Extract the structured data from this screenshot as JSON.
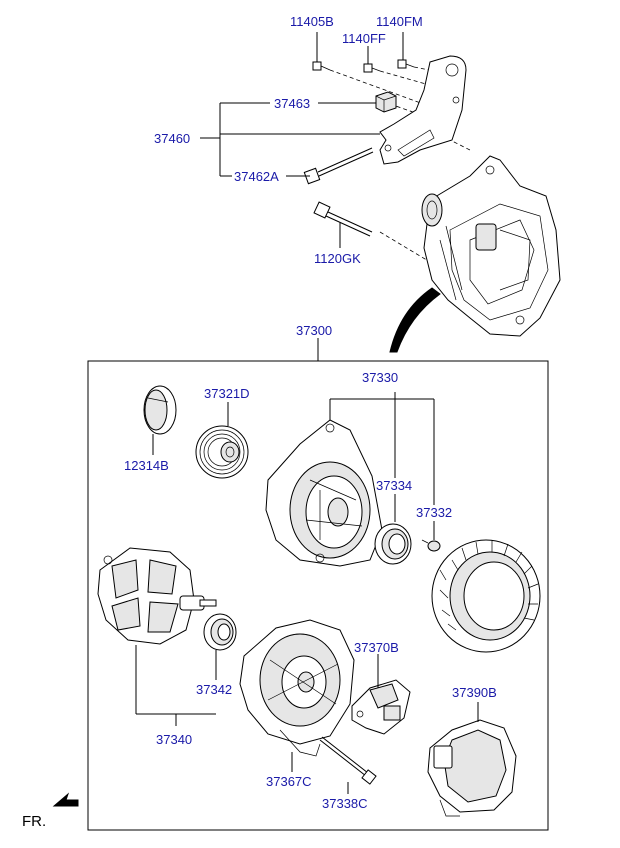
{
  "labels": {
    "p11405B": "11405B",
    "p1140FM": "1140FM",
    "p1140FF": "1140FF",
    "p37463": "37463",
    "p37460": "37460",
    "p37462A": "37462A",
    "p1120GK": "1120GK",
    "p37300": "37300",
    "p37321D": "37321D",
    "p12314B": "12314B",
    "p37330": "37330",
    "p37334": "37334",
    "p37332": "37332",
    "p37370B": "37370B",
    "p37390B": "37390B",
    "p37342": "37342",
    "p37340": "37340",
    "p37367C": "37367C",
    "p37338C": "37338C"
  },
  "orientation": {
    "label": "FR."
  },
  "colors": {
    "label_text": "#1a1aa8",
    "line": "#000000"
  }
}
